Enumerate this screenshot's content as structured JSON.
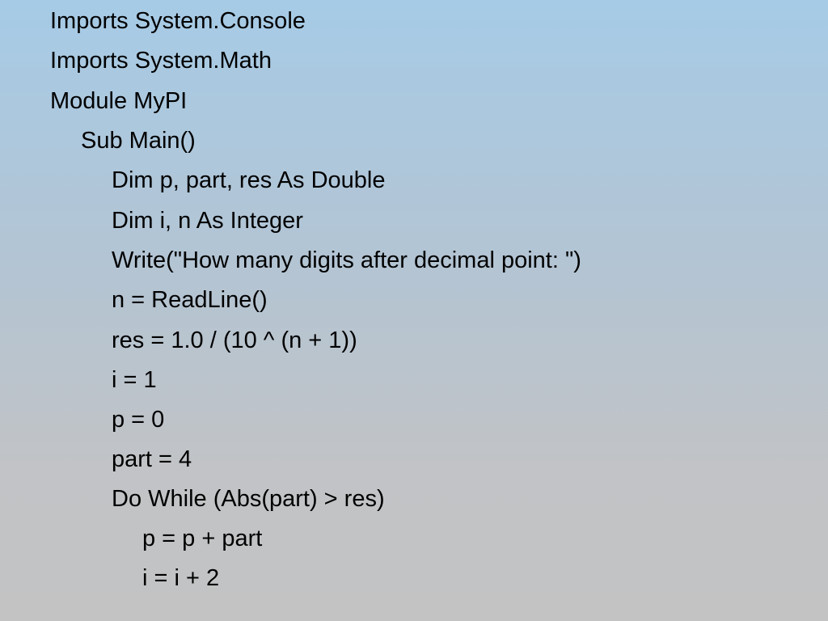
{
  "slide": {
    "lines": [
      {
        "indent": 0,
        "text": "Imports System.Console"
      },
      {
        "indent": 0,
        "text": "Imports System.Math"
      },
      {
        "indent": 0,
        "text": "Module MyPI"
      },
      {
        "indent": 1,
        "text": "Sub Main()"
      },
      {
        "indent": 2,
        "text": "Dim p, part, res As Double"
      },
      {
        "indent": 2,
        "text": "Dim i, n As Integer"
      },
      {
        "indent": 2,
        "text": "Write(\"How many digits after decimal point: \")"
      },
      {
        "indent": 2,
        "text": "n = ReadLine()"
      },
      {
        "indent": 2,
        "text": "res = 1.0 / (10 ^ (n + 1))"
      },
      {
        "indent": 2,
        "text": "i = 1"
      },
      {
        "indent": 2,
        "text": "p = 0"
      },
      {
        "indent": 2,
        "text": "part = 4"
      },
      {
        "indent": 2,
        "text": "Do While (Abs(part) > res)"
      },
      {
        "indent": 3,
        "text": "p = p + part"
      },
      {
        "indent": 3,
        "text": "i = i + 2"
      }
    ]
  }
}
